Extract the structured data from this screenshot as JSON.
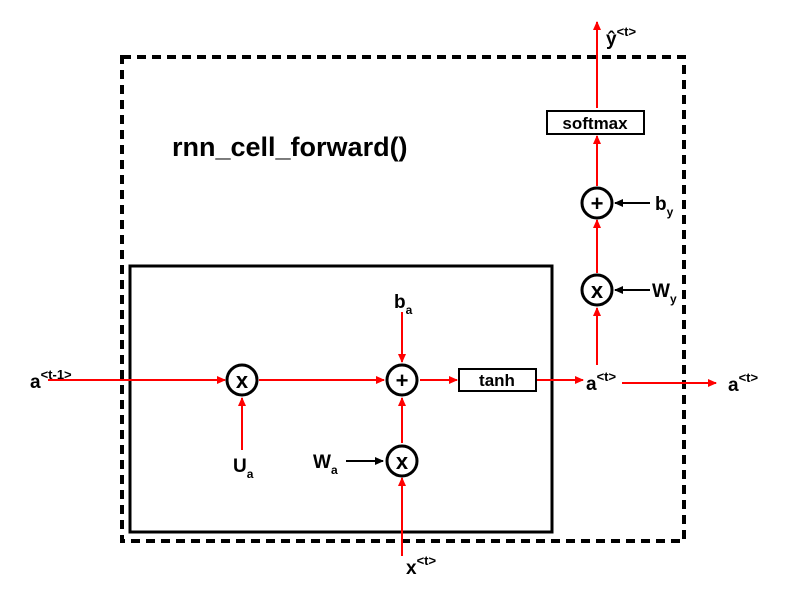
{
  "title": "rnn_cell_forward()",
  "functions": {
    "tanh": "tanh",
    "softmax": "softmax"
  },
  "operators": {
    "multiply": "x",
    "add": "+"
  },
  "labels": {
    "a_prev": {
      "base": "a",
      "sup": "<t-1>"
    },
    "x_t": {
      "base": "x",
      "sup": "<t>"
    },
    "a_t_mid": {
      "base": "a",
      "sup": "<t>"
    },
    "a_t_out": {
      "base": "a",
      "sup": "<t>"
    },
    "y_hat": {
      "base": "ŷ",
      "sup": "<t>"
    },
    "U_a": {
      "base": "U",
      "sub": "a"
    },
    "W_a": {
      "base": "W",
      "sub": "a"
    },
    "b_a": {
      "base": "b",
      "sub": "a"
    },
    "W_y": {
      "base": "W",
      "sub": "y"
    },
    "b_y": {
      "base": "b",
      "sub": "y"
    }
  },
  "colors": {
    "flow_arrow": "#ff0000",
    "param_arrow": "#000000",
    "box_stroke": "#000000"
  }
}
